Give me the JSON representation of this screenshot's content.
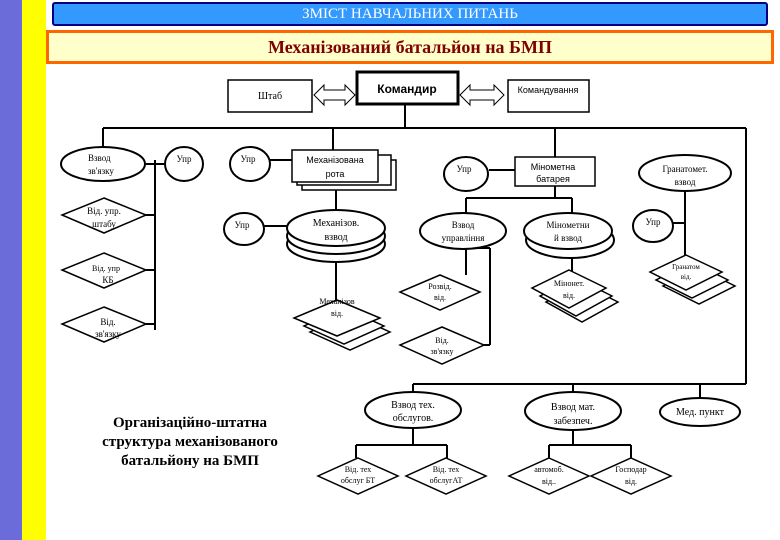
{
  "header": {
    "top_title": "ЗМІСТ НАВЧАЛЬНИХ ПИТАНЬ",
    "slide_title": "Механізований батальйон на БМП"
  },
  "colors": {
    "blue_stripe": "#6b6bd9",
    "yellow_stripe": "#ffff00",
    "top_bar": "#3399ff",
    "title_border": "#ff6600",
    "title_text": "#800000"
  },
  "nodes": {
    "shtab": "Штаб",
    "commander": "Командир",
    "command": "Командування",
    "platoon_comm": [
      "Взвод",
      "зв'язку"
    ],
    "upr": "Упр",
    "mech_company": [
      "Механізована",
      "рота"
    ],
    "mech_platoon": [
      "Механізов.",
      "взвод"
    ],
    "mech_squad": [
      "Механізов",
      "від."
    ],
    "mortar_battery": [
      "Мінометна",
      "батарея"
    ],
    "control_platoon": [
      "Взвод",
      "управління"
    ],
    "mortar_platoon": [
      "Мінометни",
      "й взвод"
    ],
    "recon_squad": [
      "Розвід.",
      "від."
    ],
    "comm_squad_ctrl": [
      "Від.",
      "зв'язку"
    ],
    "mortar_squad": [
      "Мінонет.",
      "від."
    ],
    "grenade_platoon": [
      "Гранатомет.",
      "взвод"
    ],
    "grenade_squad": [
      "Гранатом",
      "від."
    ],
    "staff_squad": [
      "Від. упр.",
      "штабу"
    ],
    "kb_squad": [
      "Від. упр",
      "КБ"
    ],
    "comm_squad": [
      "Від.",
      "зв'язку"
    ],
    "tech_platoon": [
      "Взвод тех.",
      "обслугов."
    ],
    "supply_platoon": [
      "Взвод мат.",
      "забезпеч."
    ],
    "med_point": "Мед. пункт",
    "tech_bt": [
      "Від. тех",
      "обслуг БТ"
    ],
    "tech_at": [
      "Від. тех",
      "обслугАТ"
    ],
    "auto_squad": [
      "автомоб.",
      "від.."
    ],
    "household_squad": [
      "Господар",
      "від."
    ]
  },
  "caption": [
    "Організаційно-штатна",
    "структура механізованого",
    "батальйону на БМП"
  ]
}
